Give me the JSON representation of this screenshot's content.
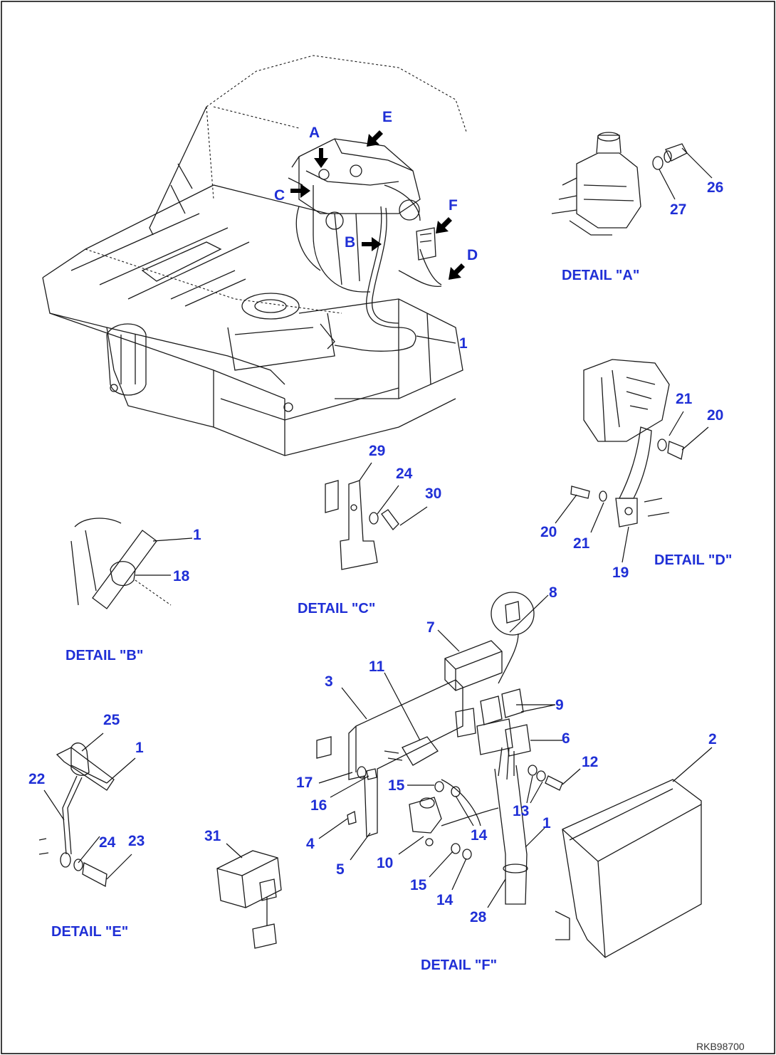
{
  "labels": {
    "letters": [
      "A",
      "E",
      "C",
      "F",
      "B",
      "D"
    ],
    "main_1": "1",
    "detail_a": {
      "n26": "26",
      "n27": "27"
    },
    "detail_b": {
      "n1": "1",
      "n18": "18"
    },
    "detail_c": {
      "n29": "29",
      "n24": "24",
      "n30": "30"
    },
    "detail_d": {
      "n21a": "21",
      "n20a": "20",
      "n20b": "20",
      "n21b": "21",
      "n19": "19"
    },
    "detail_e": {
      "n25": "25",
      "n1": "1",
      "n22": "22",
      "n24": "24",
      "n23": "23",
      "n31": "31"
    },
    "detail_f": {
      "n8": "8",
      "n7": "7",
      "n11": "11",
      "n3": "3",
      "n9": "9",
      "n6": "6",
      "n2": "2",
      "n12": "12",
      "n17": "17",
      "n15a": "15",
      "n16": "16",
      "n13": "13",
      "n4": "4",
      "n14a": "14",
      "n1": "1",
      "n5": "5",
      "n10": "10",
      "n15b": "15",
      "n14b": "14",
      "n28": "28"
    }
  },
  "captions": {
    "a": "DETAIL \"A\"",
    "b": "DETAIL \"B\"",
    "c": "DETAIL \"C\"",
    "d": "DETAIL \"D\"",
    "e": "DETAIL \"E\"",
    "f": "DETAIL \"F\""
  },
  "drawing_code": "RKB98700",
  "colors": {
    "label": "#1f2fd6",
    "line": "#1a1a1a"
  }
}
